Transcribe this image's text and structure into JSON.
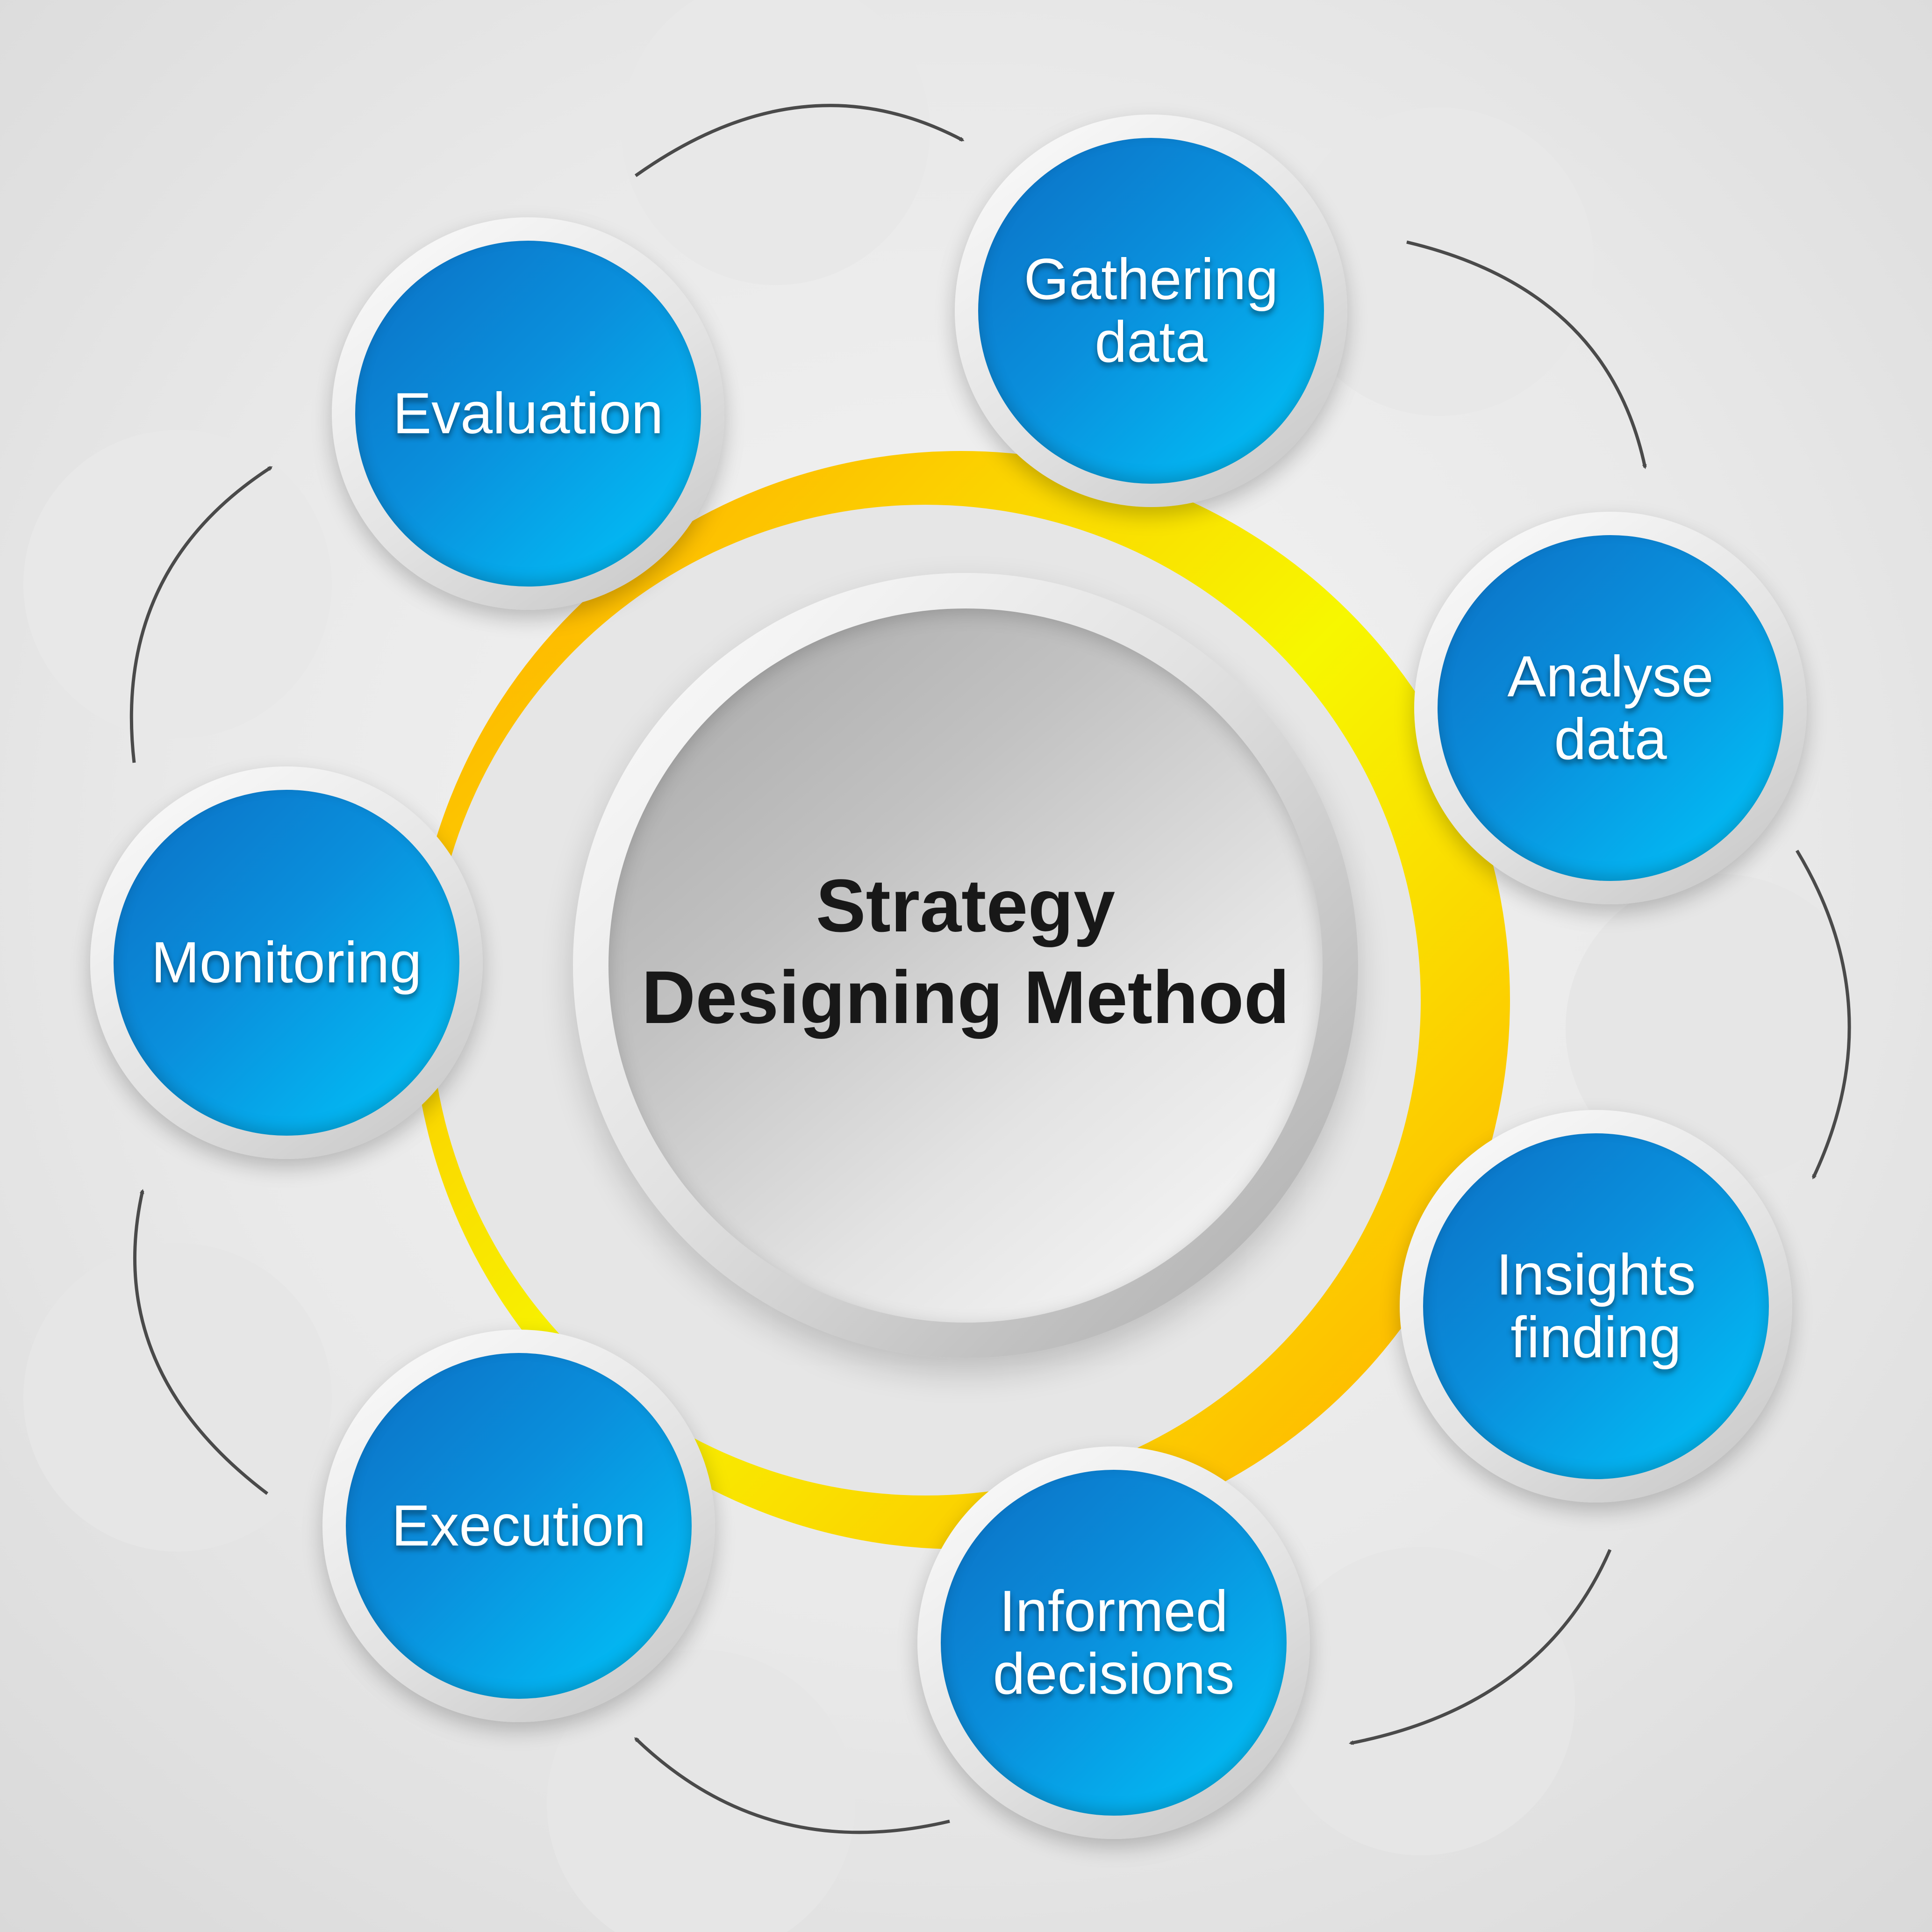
{
  "title": {
    "line1": "Strategy",
    "line2": "Designing Method"
  },
  "steps": [
    {
      "label": "Gathering\ndata"
    },
    {
      "label": "Analyse\ndata"
    },
    {
      "label": "Insights\nfinding"
    },
    {
      "label": "Informed\ndecisions"
    },
    {
      "label": "Execution"
    },
    {
      "label": "Monitoring"
    },
    {
      "label": "Evaluation"
    }
  ],
  "colors": {
    "step_blue_dark": "#0c6fc4",
    "step_blue_light": "#00c7fb",
    "connector_yellow": "#f7f700",
    "connector_orange": "#ffb000",
    "arrow": "#4a4a4a",
    "title_text": "#181818"
  }
}
